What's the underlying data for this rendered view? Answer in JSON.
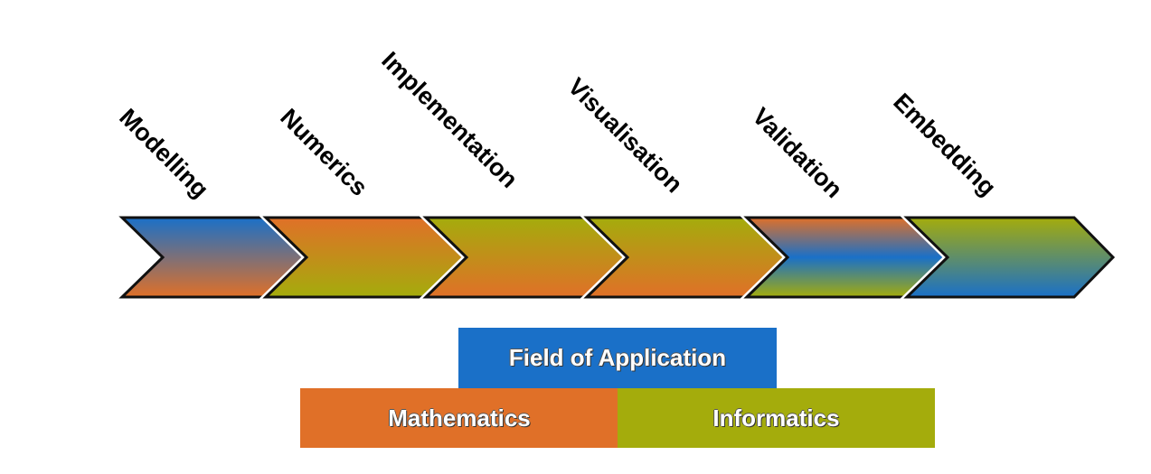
{
  "stages": [
    {
      "label": "Modelling",
      "fill": [
        "#1a70c8",
        "#e07028"
      ]
    },
    {
      "label": "Numerics",
      "fill": [
        "#e07028",
        "#a4ac0c"
      ]
    },
    {
      "label": "Implementation",
      "fill": [
        "#a4ac0c",
        "#e07028"
      ]
    },
    {
      "label": "Visualisation",
      "fill": [
        "#a4ac0c",
        "#e07028"
      ]
    },
    {
      "label": "Validation",
      "fill": [
        "#e07028",
        "#1a70c8",
        "#a4ac0c"
      ]
    },
    {
      "label": "Embedding",
      "fill": [
        "#a4ac0c",
        "#1a70c8"
      ]
    }
  ],
  "foundation": {
    "field": "Field of Application",
    "math": "Mathematics",
    "info": "Informatics"
  },
  "colors": {
    "blue": "#1a70c8",
    "orange": "#e07028",
    "green": "#a4ac0c",
    "outline": "#111111"
  }
}
